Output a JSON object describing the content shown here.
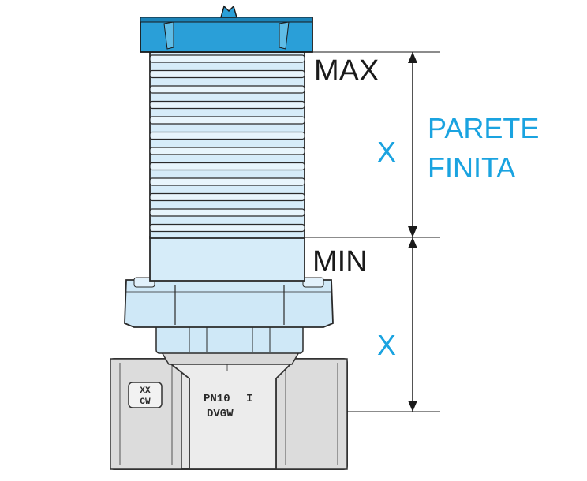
{
  "labels": {
    "max": "MAX",
    "min": "MIN",
    "x_upper": "X",
    "x_lower": "X",
    "parete_line1": "PARETE",
    "parete_line2": "FINITA"
  },
  "body_markings": {
    "pn": "PN10",
    "mark": "I",
    "dvgw": "DVGW",
    "badge_line1": "XX",
    "badge_line2": "CW"
  },
  "colors": {
    "blue_fill": "#cfe8f7",
    "blue_dark": "#2a9fd8",
    "gray_fill": "#e4e4e4",
    "label_blue": "#1aa3e0"
  }
}
